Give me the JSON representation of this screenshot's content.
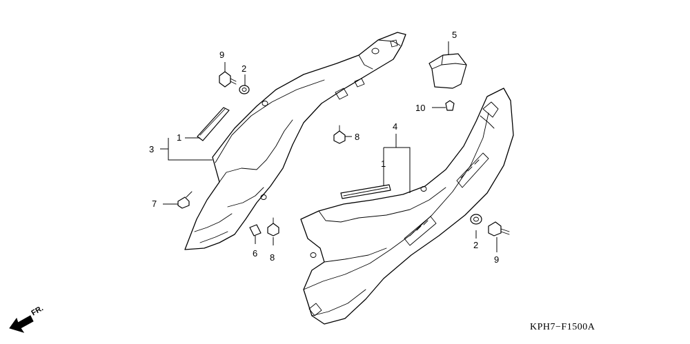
{
  "callouts": {
    "c9_top": "9",
    "c2_top": "2",
    "c1_left": "1",
    "c3": "3",
    "c7": "7",
    "c6": "6",
    "c8_lower": "8",
    "c8_upper": "8",
    "c5": "5",
    "c10": "10",
    "c4": "4",
    "c1_right": "1",
    "c2_right": "2",
    "c9_right": "9"
  },
  "direction_label": "FR.",
  "drawing_code": "KPH7−F1500A"
}
